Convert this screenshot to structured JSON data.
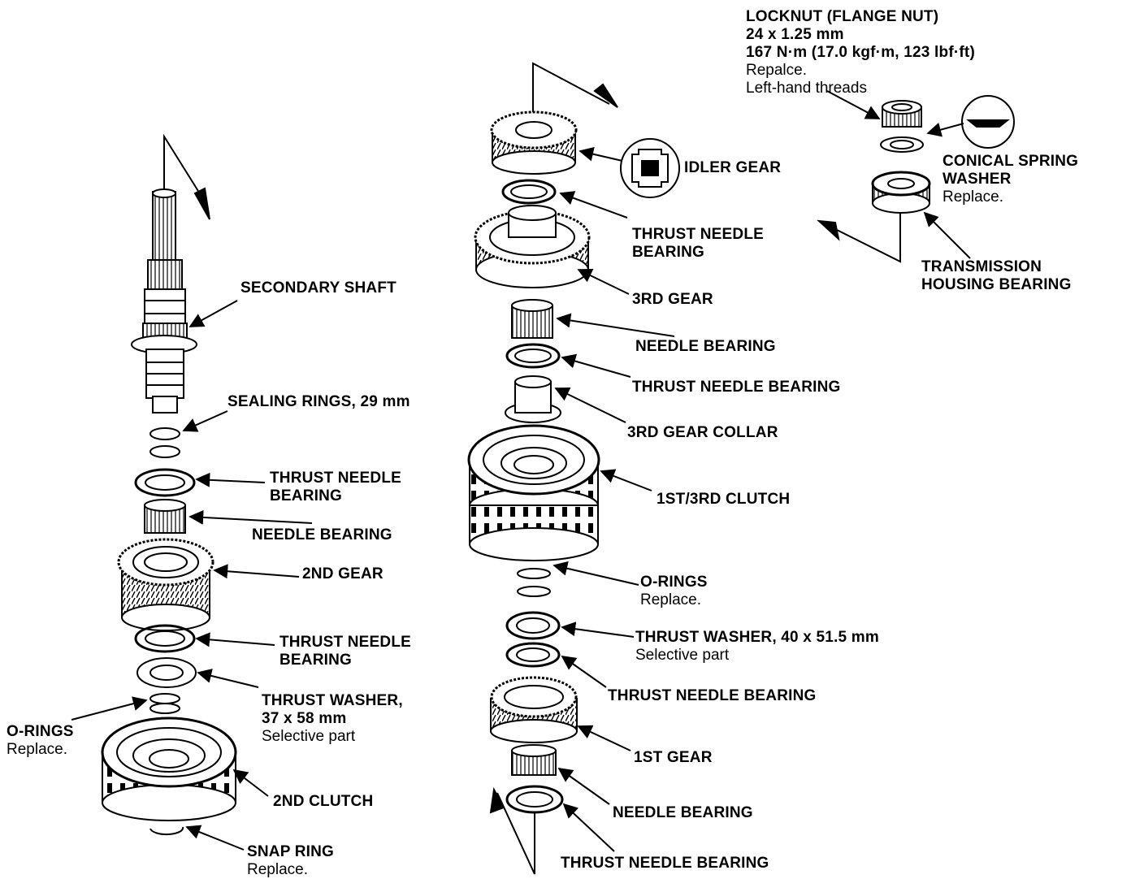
{
  "labels": {
    "secondary_shaft": "SECONDARY SHAFT",
    "sealing_rings": "SEALING RINGS, 29 mm",
    "thrust_needle_bearing_l1": [
      "THRUST NEEDLE",
      "BEARING"
    ],
    "needle_bearing_l": "NEEDLE BEARING",
    "second_gear": "2ND GEAR",
    "thrust_needle_bearing_l2": [
      "THRUST NEEDLE",
      "BEARING"
    ],
    "thrust_washer_l": [
      "THRUST WASHER,",
      "37 x 58 mm"
    ],
    "thrust_washer_l_note": "Selective part",
    "o_rings_l": "O-RINGS",
    "o_rings_l_note": "Replace.",
    "second_clutch": "2ND CLUTCH",
    "snap_ring": "SNAP RING",
    "snap_ring_note": "Replace.",
    "locknut": [
      "LOCKNUT (FLANGE NUT)",
      "24 x 1.25 mm",
      "167 N·m (17.0 kgf·m, 123 lbf·ft)"
    ],
    "locknut_notes": [
      "Repalce.",
      "Left-hand threads"
    ],
    "idler_gear": "IDLER GEAR",
    "conical_spring_washer": [
      "CONICAL SPRING",
      "WASHER"
    ],
    "conical_spring_washer_note": "Replace.",
    "thrust_needle_bearing_r1": [
      "THRUST NEEDLE",
      "BEARING"
    ],
    "transmission_housing_bearing": [
      "TRANSMISSION",
      "HOUSING BEARING"
    ],
    "third_gear": "3RD GEAR",
    "needle_bearing_r1": "NEEDLE BEARING",
    "thrust_needle_bearing_r2": "THRUST NEEDLE BEARING",
    "third_gear_collar": "3RD GEAR COLLAR",
    "first_third_clutch": "1ST/3RD CLUTCH",
    "o_rings_r": "O-RINGS",
    "o_rings_r_note": "Replace.",
    "thrust_washer_r": "THRUST WASHER, 40 x 51.5 mm",
    "thrust_washer_r_note": "Selective part",
    "thrust_needle_bearing_r3": "THRUST NEEDLE BEARING",
    "first_gear": "1ST GEAR",
    "needle_bearing_r2": "NEEDLE BEARING",
    "thrust_needle_bearing_r4": "THRUST NEEDLE BEARING"
  }
}
